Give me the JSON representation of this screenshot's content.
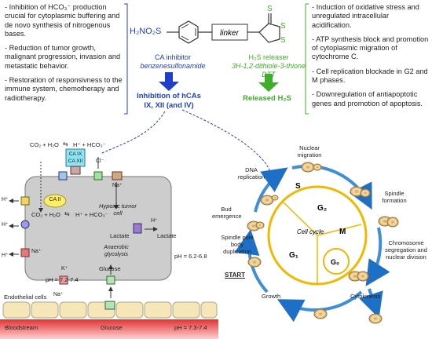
{
  "left_effects": [
    "- Inhibition of HCO₃⁻ production crucial for cytoplasmic buffering and de novo synthesis of nitrogenous bases.",
    "- Reduction of tumor growth, malignant progression, invasion and metastatic behavior.",
    "- Restoration of responsivness to the immune system, chemotherapy and radiotherapy."
  ],
  "right_effects": [
    "- Induction of oxidative stress and unregulated intracellular acidification.",
    "- ATP synthesis block and promotion of cytoplasmic migration of cytochrome C.",
    "- Cell replication blockade in G2 and M phases.",
    "- Downregulation of antiapoptotic genes and promotion of apoptosis."
  ],
  "molecule": {
    "left_group": "H₂NO₂S",
    "linker": "linker",
    "thione_s": "S",
    "ring_s1": "S",
    "ring_s2": "S"
  },
  "ca_inhibitor": {
    "title": "CA inhibitor",
    "name": "benzenesulfonamide"
  },
  "h2s_releaser": {
    "title": "H₂S releaser",
    "name": "3H-1,2-dithiole-3-thione",
    "abbr": "DTT"
  },
  "inhibition_label": "Inhibition of hCAs IX, XII (and IV)",
  "released_label": "Released H₂S",
  "cell": {
    "co2_top": "CO₂ + H₂O",
    "eq_top": "⇆",
    "h_hco3_top": "H⁺ + HCO₃⁻",
    "caix": "CA IX",
    "caxii": "CA XII",
    "cl": "Cl⁻",
    "na_top": "Na⁺",
    "ca2": "CA II",
    "co2_bottom": "CO₂ + H₂O",
    "eq_bottom": "⇆",
    "h_hco3_bottom": "H⁺ + HCO₃⁻",
    "h_left1": "H⁺",
    "h_left2": "H⁺",
    "h_left3": "H⁺",
    "na_left": "Na⁺",
    "hypoxic": "Hypoxic tumor cell",
    "lactate_in": "Lactate",
    "lactate_out": "Lactate",
    "h_lactate": "H⁺",
    "anaerobic": "Anaerobic glycolysis",
    "glucose_in": "Glucose",
    "k": "K⁺",
    "na_bottom": "Na⁺",
    "ph_in": "pH = 7.2-7.4",
    "ph_out": "pH = 6.2-6.8",
    "endothelial": "Endothelial cells",
    "bloodstream": "Bloodstream",
    "glucose_blood": "Glucose",
    "ph_blood": "pH = 7.3-7.4"
  },
  "cycle": {
    "nuclear_migration": "Nuclear migration",
    "dna_replication": "DNA replication",
    "spindle_formation": "Spindle formation",
    "bud_emergence": "Bud emergence",
    "chromosome": "Chromosome segregation and nuclear division",
    "spindle_pole": "Spindle pole body duplication",
    "start": "START",
    "growth": "Growth",
    "cytokinesis": "Cytokinesis",
    "s": "S",
    "g2": "G₂",
    "m": "M",
    "g1": "G₁",
    "g0": "G₀",
    "center": "Cell cycle"
  },
  "colors": {
    "blue": "#1f3fc8",
    "green": "#3fae2a",
    "bloodstream": "#e03a3a",
    "cell_fill": "#cfcfcf",
    "cycle_ring": "#3f8fd8",
    "cycle_inner": "#f0b800"
  }
}
